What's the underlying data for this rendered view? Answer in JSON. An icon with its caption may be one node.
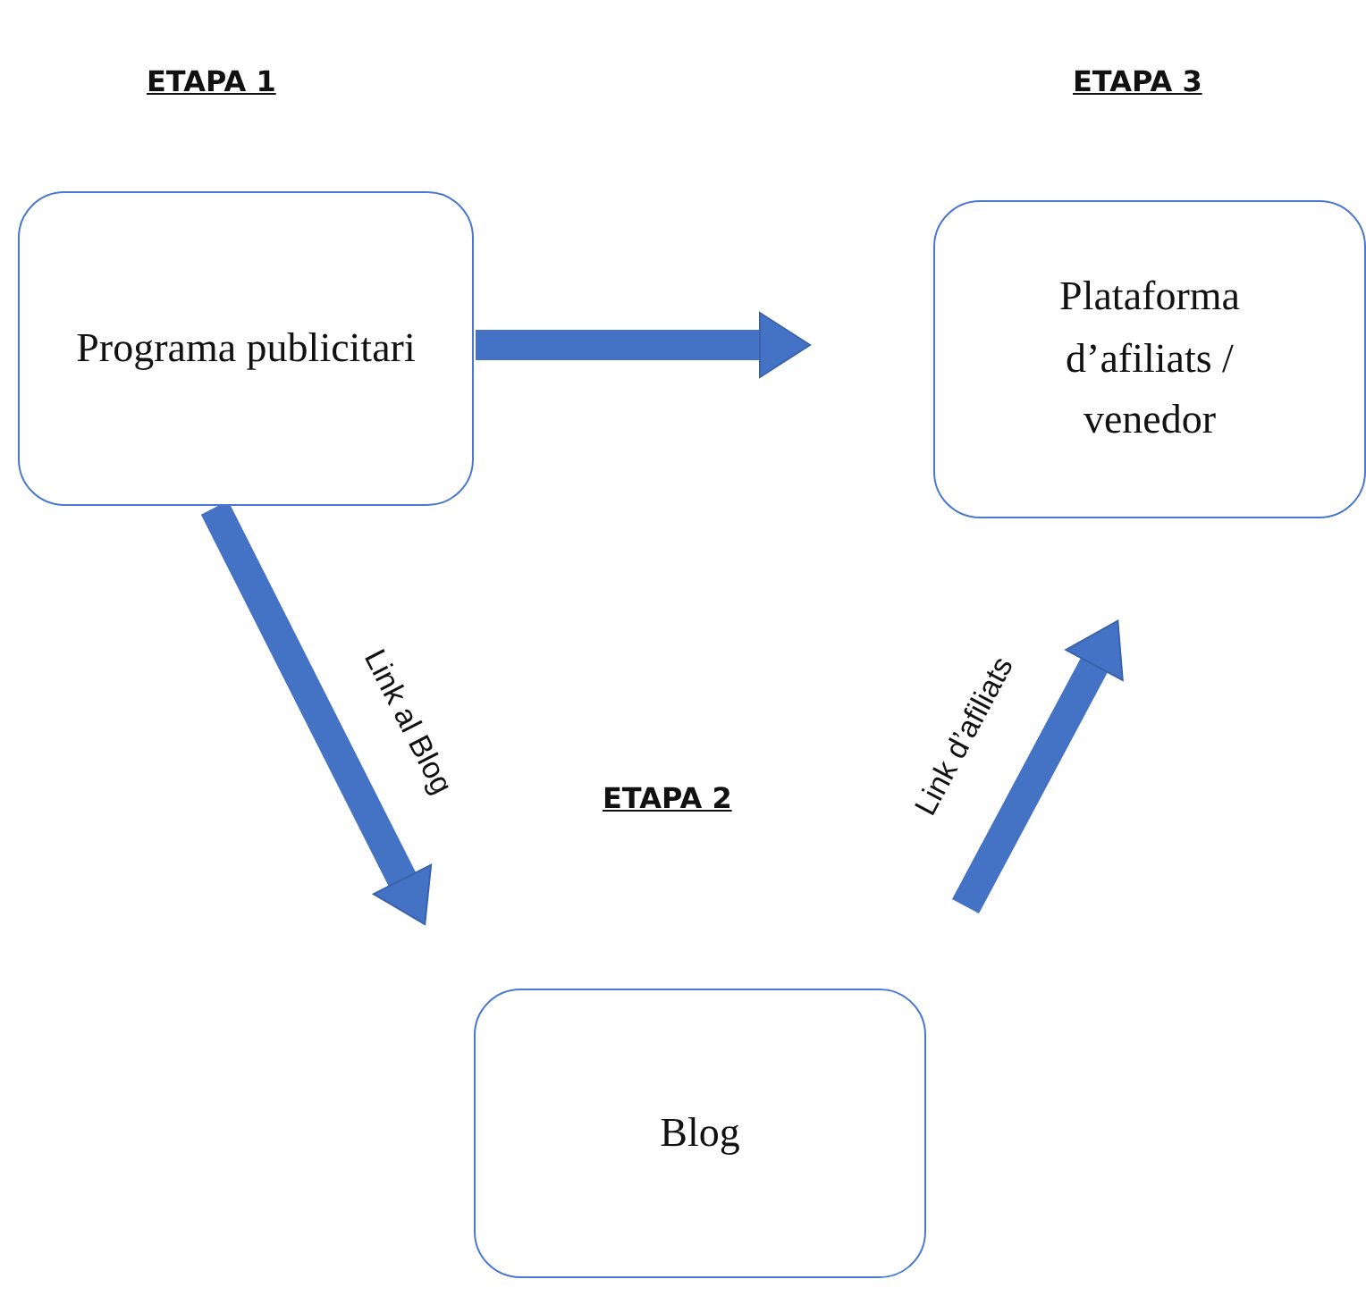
{
  "diagram": {
    "nodes": [
      {
        "text": [
          "Programa publicitari"
        ]
      },
      {
        "text": [
          "Plataforma d’afiliats / venedor"
        ]
      },
      {
        "text": [
          "Blog"
        ]
      }
    ],
    "edges": [
      {
        "from": 0,
        "to": 1,
        "arrow": "to"
      },
      {
        "from": 0,
        "to": 2,
        "arrow": "to",
        "label": "Link al Blog"
      },
      {
        "from": 2,
        "to": 1,
        "arrow": "to",
        "label": "Link d’afiliats"
      }
    ],
    "labels": [
      "ETAPA 1",
      "ETAPA 3",
      "ETAPA 2"
    ]
  }
}
